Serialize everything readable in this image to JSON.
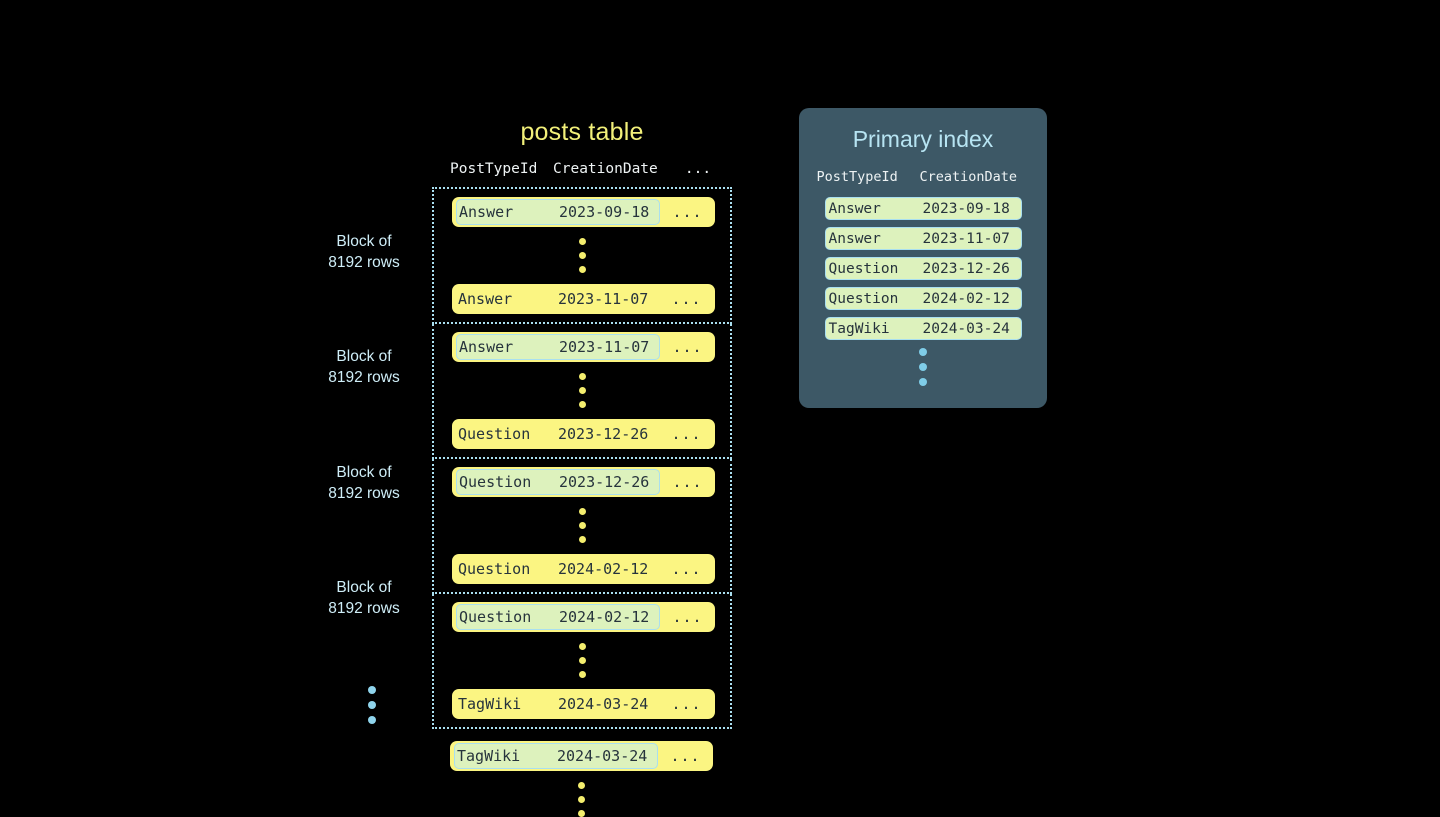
{
  "posts_table": {
    "title": "posts table",
    "columns": {
      "post_type_id": "PostTypeId",
      "creation_date": "CreationDate",
      "rest": "..."
    },
    "blocks": [
      {
        "label_line1": "Block of",
        "label_line2": "8192 rows",
        "first_row": {
          "post_type_id": "Answer",
          "creation_date": "2023-09-18",
          "rest": "...",
          "highlighted": true
        },
        "last_row": {
          "post_type_id": "Answer",
          "creation_date": "2023-11-07",
          "rest": "...",
          "highlighted": false
        }
      },
      {
        "label_line1": "Block of",
        "label_line2": "8192 rows",
        "first_row": {
          "post_type_id": "Answer",
          "creation_date": "2023-11-07",
          "rest": "...",
          "highlighted": true
        },
        "last_row": {
          "post_type_id": "Question",
          "creation_date": "2023-12-26",
          "rest": "...",
          "highlighted": false
        }
      },
      {
        "label_line1": "Block of",
        "label_line2": "8192 rows",
        "first_row": {
          "post_type_id": "Question",
          "creation_date": "2023-12-26",
          "rest": "...",
          "highlighted": true
        },
        "last_row": {
          "post_type_id": "Question",
          "creation_date": "2024-02-12",
          "rest": "...",
          "highlighted": false
        }
      },
      {
        "label_line1": "Block of",
        "label_line2": "8192 rows",
        "first_row": {
          "post_type_id": "Question",
          "creation_date": "2024-02-12",
          "rest": "...",
          "highlighted": true
        },
        "last_row": {
          "post_type_id": "TagWiki",
          "creation_date": "2024-03-24",
          "rest": "...",
          "highlighted": false
        }
      }
    ],
    "tail_row": {
      "post_type_id": "TagWiki",
      "creation_date": "2024-03-24",
      "rest": "...",
      "highlighted": true
    }
  },
  "primary_index": {
    "title": "Primary index",
    "columns": {
      "post_type_id": "PostTypeId",
      "creation_date": "CreationDate"
    },
    "rows": [
      {
        "post_type_id": "Answer",
        "creation_date": "2023-09-18"
      },
      {
        "post_type_id": "Answer",
        "creation_date": "2023-11-07"
      },
      {
        "post_type_id": "Question",
        "creation_date": "2023-12-26"
      },
      {
        "post_type_id": "Question",
        "creation_date": "2024-02-12"
      },
      {
        "post_type_id": "TagWiki",
        "creation_date": "2024-03-24"
      }
    ]
  },
  "colors": {
    "background": "#000000",
    "row_yellow": "#fbf582",
    "highlight_green": "#ddf2bd",
    "highlight_border": "#a9dff0",
    "block_border": "#a9dff0",
    "table_title": "#f2f07a",
    "index_panel": "#3d5866",
    "index_title": "#b7e4f2",
    "label_text": "#cfeef8",
    "dot_yellow": "#f4ee6e",
    "dot_blue": "#8fd4ec",
    "mono_text": "#26333c",
    "header_text": "#eef3f4"
  }
}
